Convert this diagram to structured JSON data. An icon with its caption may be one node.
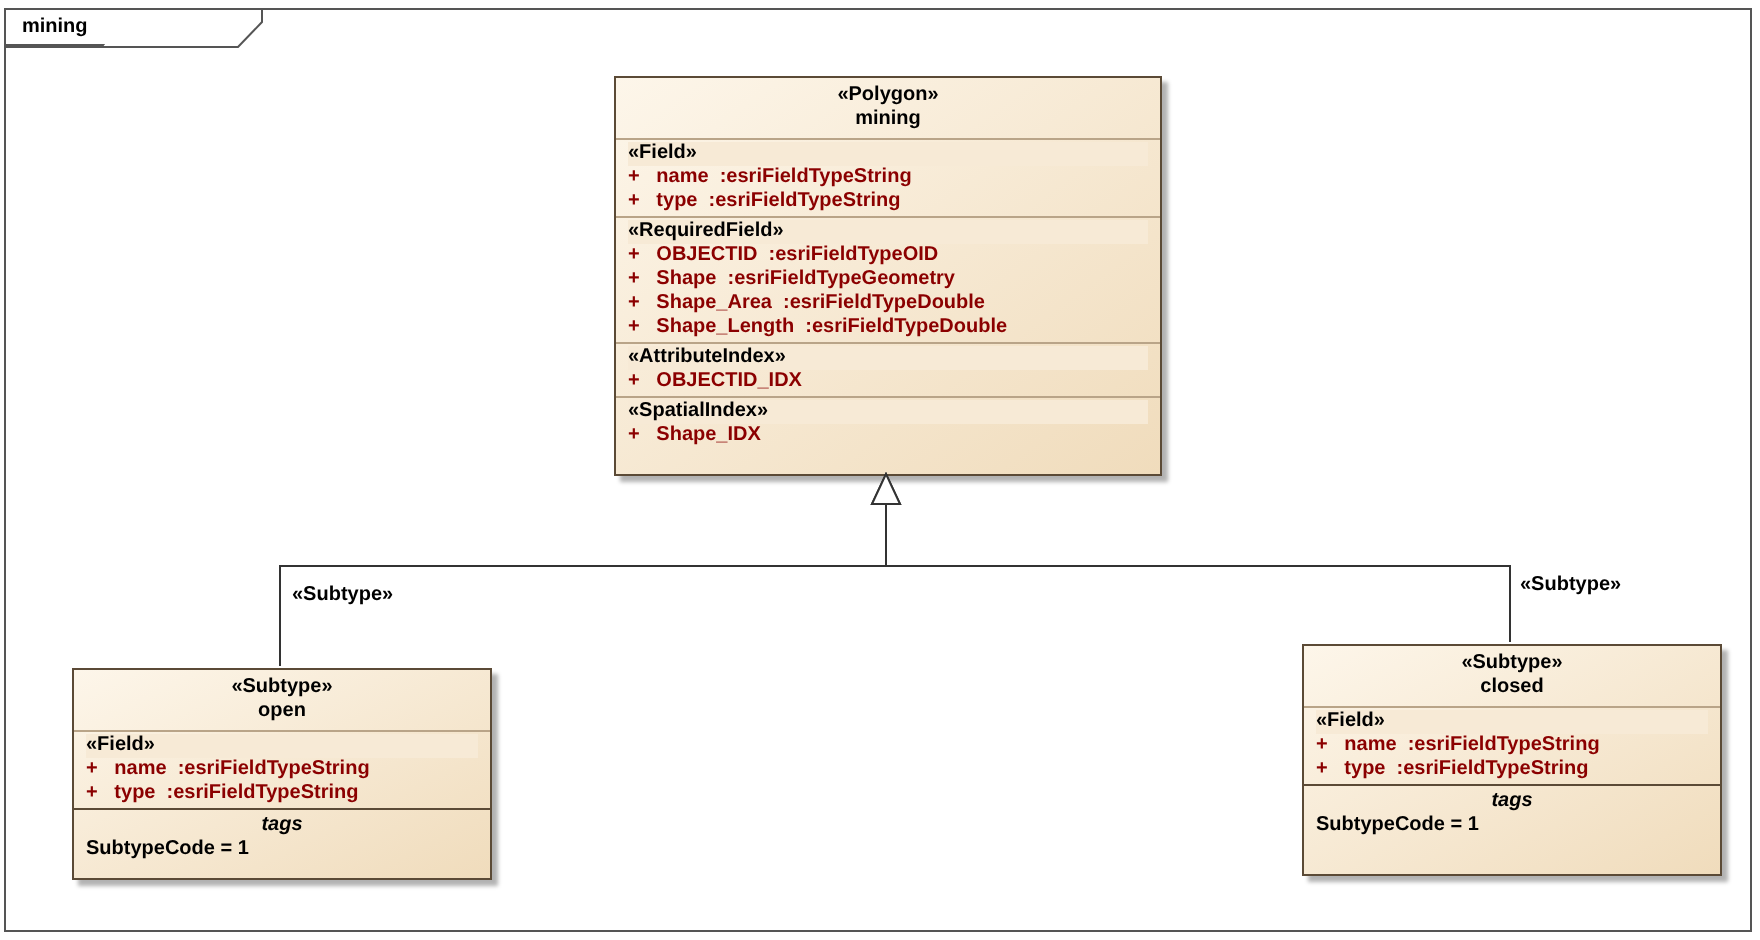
{
  "diagram": {
    "nodes": [
      {
        "text": [
          "mining"
        ]
      },
      {
        "text": [
          "«Polygon»",
          "mining",
          "«Field»",
          "+   name  :esriFieldTypeString",
          "+   type  :esriFieldTypeString",
          "«RequiredField»",
          "+   OBJECTID  :esriFieldTypeOID",
          "+   Shape  :esriFieldTypeGeometry",
          "+   Shape_Area  :esriFieldTypeDouble",
          "+   Shape_Length  :esriFieldTypeDouble",
          "«AttributeIndex»",
          "+   OBJECTID_IDX",
          "«SpatialIndex»",
          "+   Shape_IDX"
        ],
        "in": 0
      },
      {
        "text": [
          "«Subtype»",
          "open",
          "«Field»",
          "+   name  :esriFieldTypeString",
          "+   type  :esriFieldTypeString",
          "tags",
          "SubtypeCode = 1"
        ],
        "in": 0
      },
      {
        "text": [
          "«Subtype»",
          "closed",
          "«Field»",
          "+   name  :esriFieldTypeString",
          "+   type  :esriFieldTypeString",
          "tags",
          "SubtypeCode = 1"
        ],
        "in": 0
      }
    ],
    "edges": [
      {
        "from": 2,
        "to": 1,
        "arrow": "to",
        "label": "«Subtype»"
      },
      {
        "from": 3,
        "to": 1,
        "arrow": "to",
        "label": "«Subtype»"
      }
    ]
  }
}
